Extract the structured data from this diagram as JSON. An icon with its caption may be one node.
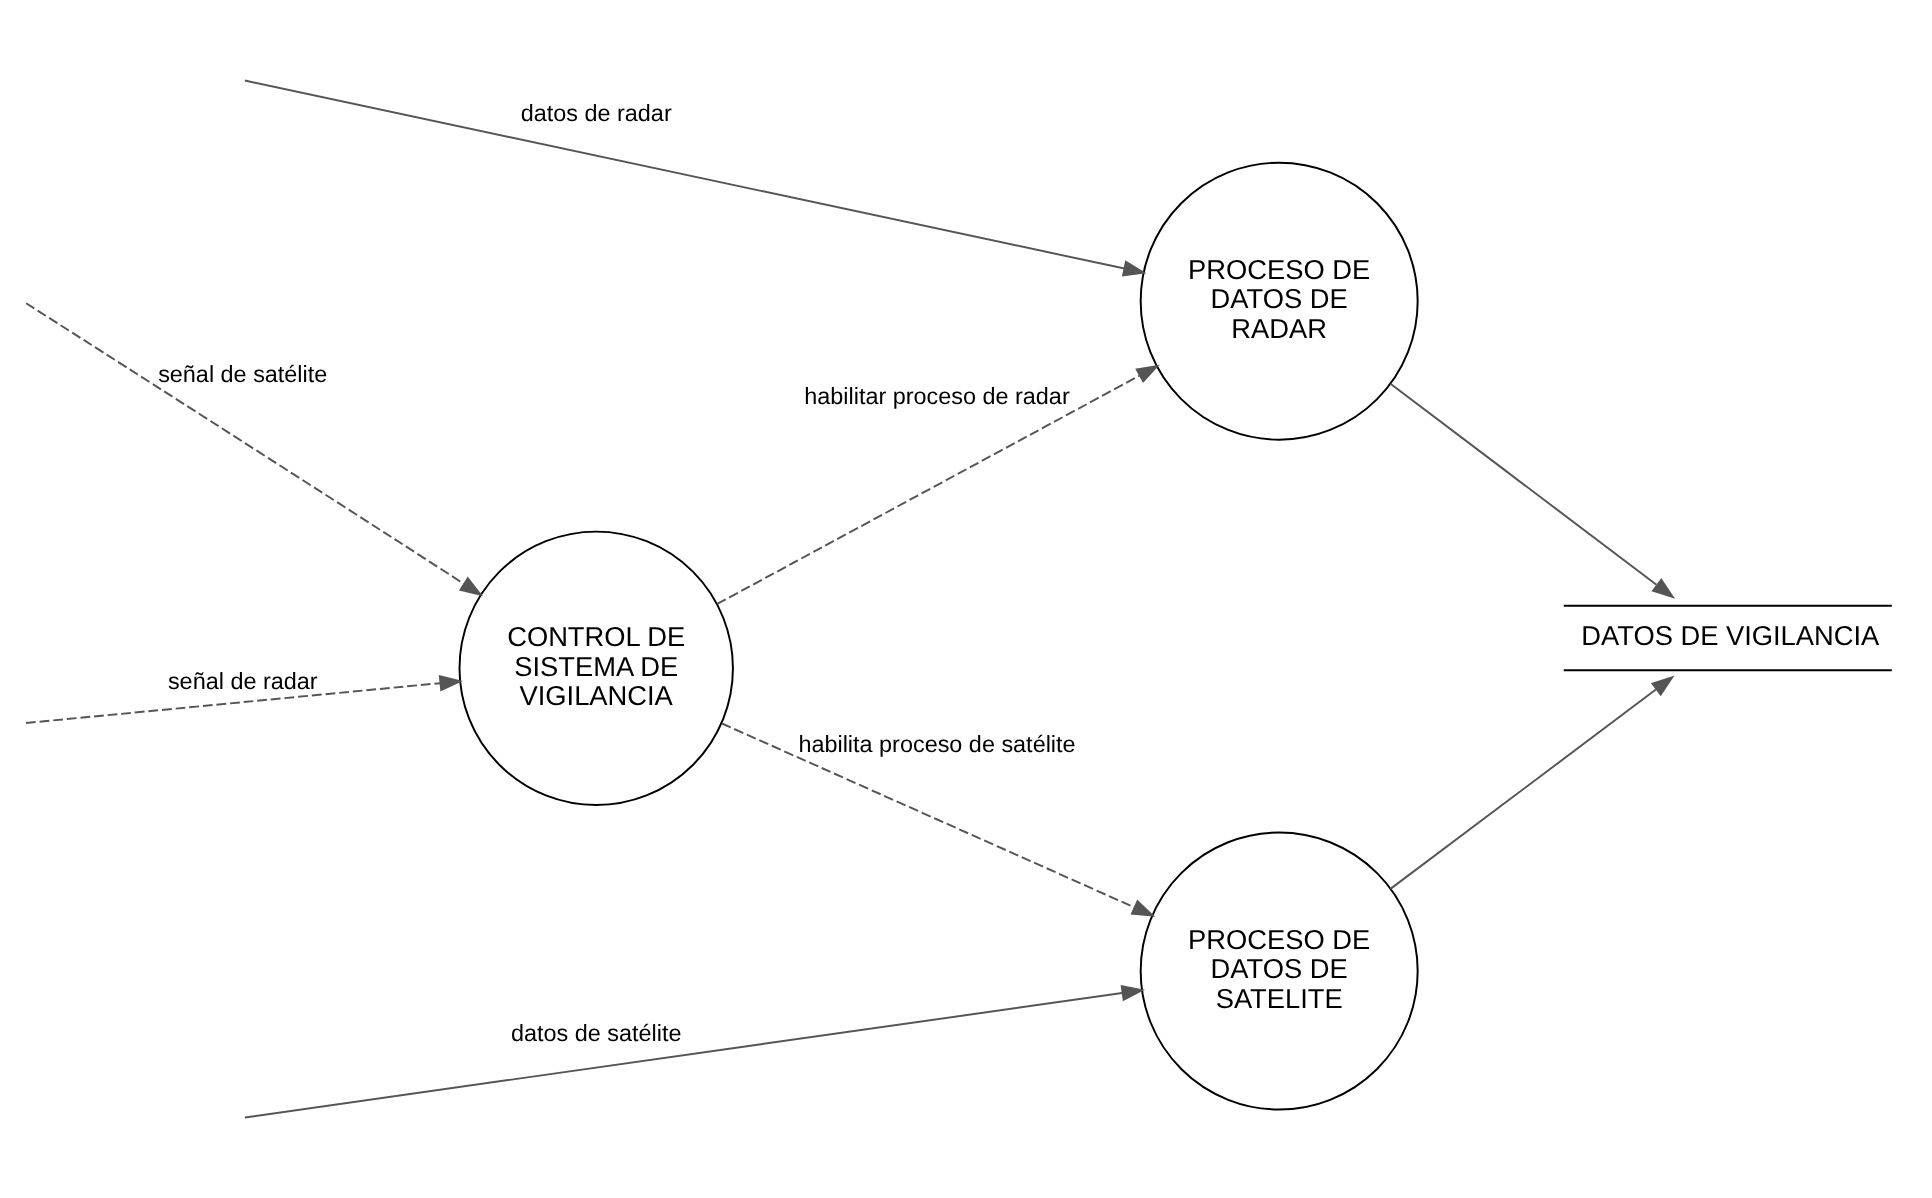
{
  "diagram": {
    "nodes": [
      {
        "text": [
          "CONTROL DE SISTEMA DE VIGILANCIA"
        ]
      },
      {
        "text": [
          "PROCESO DE DATOS DE SATELITE"
        ]
      },
      {
        "text": [
          "DATOS DE VIGILANCIA"
        ]
      },
      {
        "text": [
          "PROCESO DE DATOS DE RADAR"
        ]
      }
    ],
    "edges": [
      {
        "from": null,
        "to": 0,
        "arrow": "to",
        "label": "señal de satélite",
        "style": "dashed"
      },
      {
        "from": null,
        "to": 0,
        "arrow": "to",
        "label": "señal de radar",
        "style": "dashed"
      },
      {
        "from": 0,
        "to": 1,
        "arrow": "to",
        "label": "habilita proceso de satélite",
        "style": "dashed"
      },
      {
        "from": 0,
        "to": 3,
        "arrow": "to",
        "label": "habilitar proceso de radar",
        "style": "dashed"
      },
      {
        "from": null,
        "to": 1,
        "arrow": "to",
        "label": "datos de satélite"
      },
      {
        "from": 1,
        "to": 2,
        "arrow": "to"
      },
      {
        "from": 3,
        "to": 2,
        "arrow": "to"
      },
      {
        "from": null,
        "to": 3,
        "arrow": "to",
        "label": "datos de radar"
      }
    ]
  }
}
